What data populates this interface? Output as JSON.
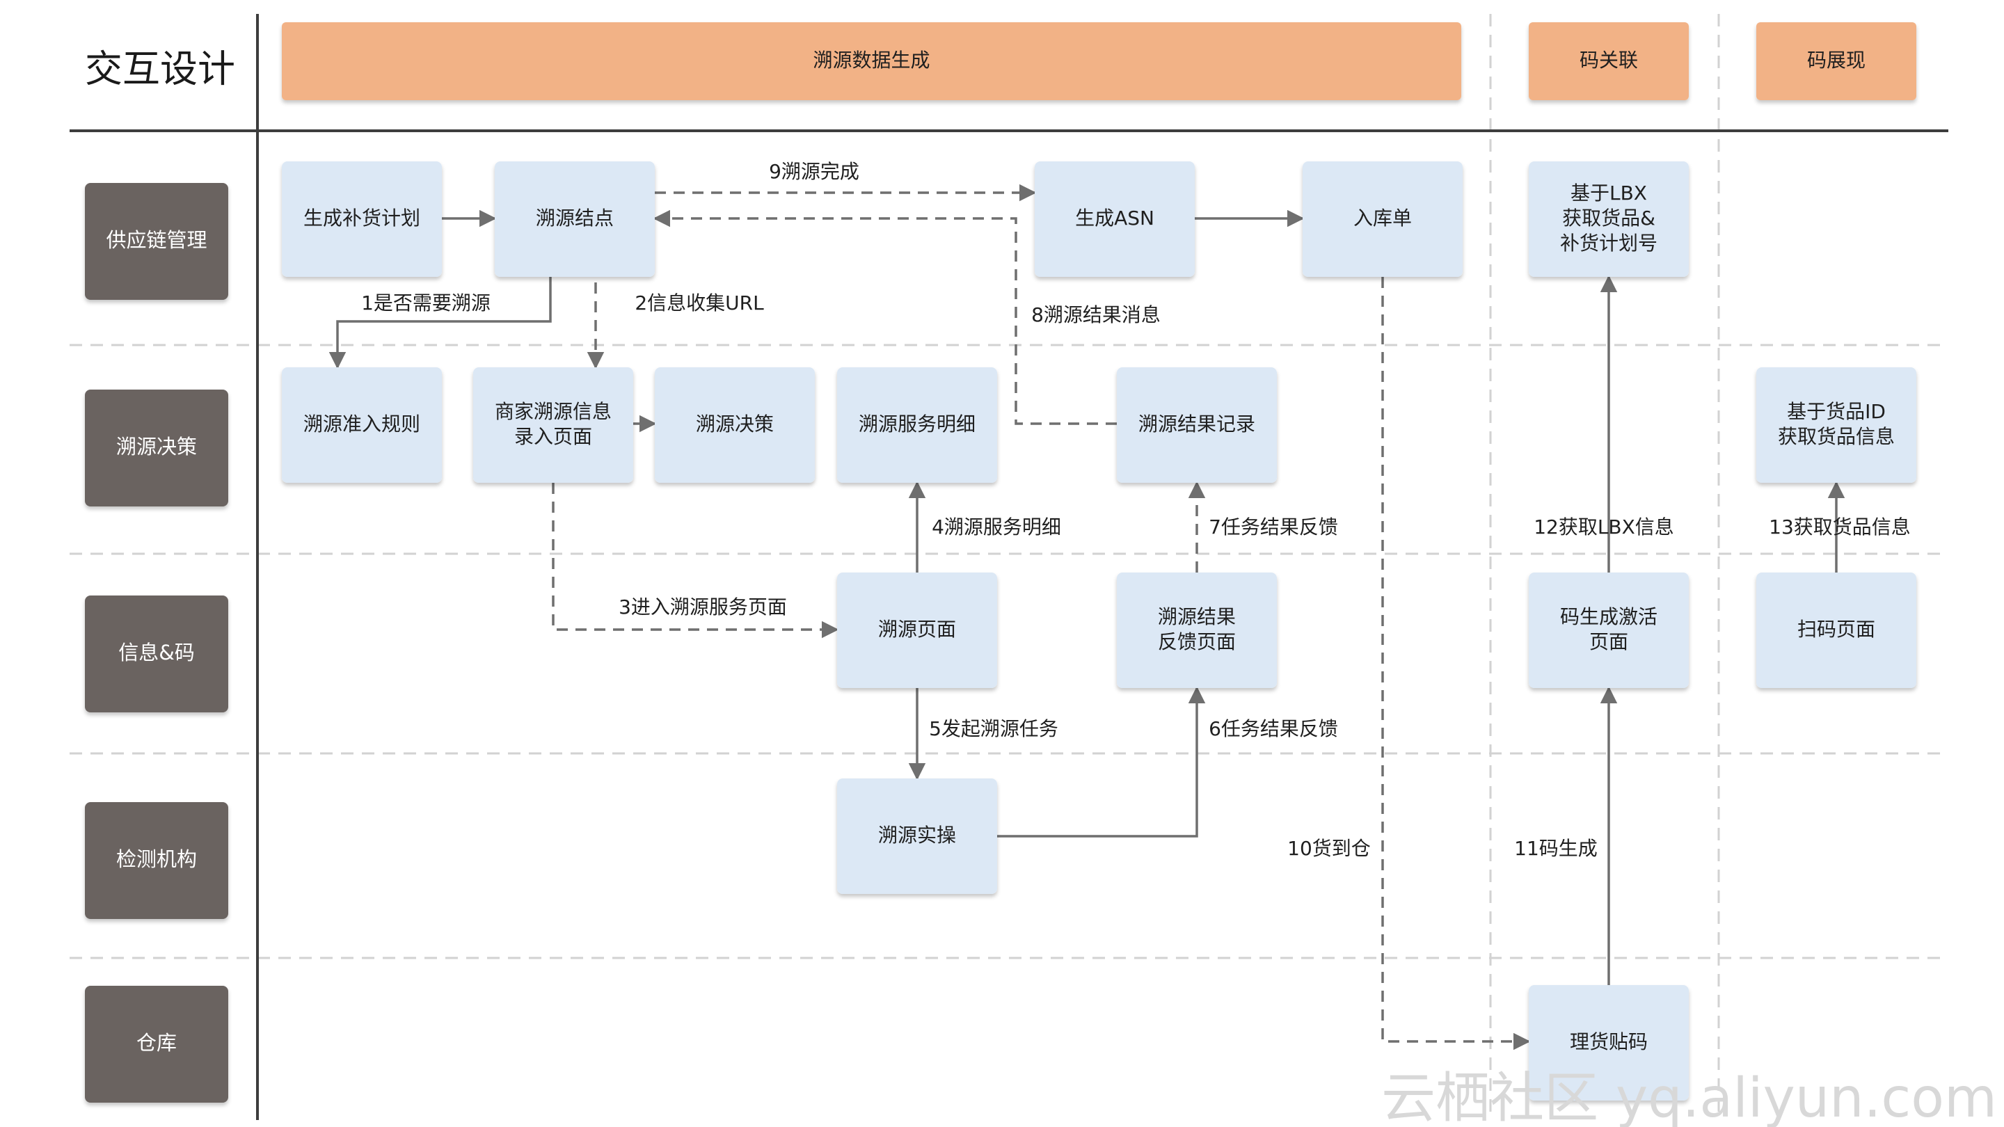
{
  "title": "交互设计",
  "colors": {
    "node_fill": "#dce8f5",
    "lane_fill": "#6b6461",
    "phase_fill": "#f2b286",
    "line": "#6f6f6f",
    "divider": "#3d3d3d",
    "dash": "#d2d2d2"
  },
  "phases": [
    {
      "id": "p1",
      "label": "溯源数据生成"
    },
    {
      "id": "p2",
      "label": "码关联"
    },
    {
      "id": "p3",
      "label": "码展现"
    }
  ],
  "lanes": [
    {
      "id": "l1",
      "label": "供应链管理"
    },
    {
      "id": "l2",
      "label": "溯源决策"
    },
    {
      "id": "l3",
      "label": "信息&码"
    },
    {
      "id": "l4",
      "label": "检测机构"
    },
    {
      "id": "l5",
      "label": "仓库"
    }
  ],
  "nodes": [
    {
      "id": "n_plan",
      "lines": [
        "生成补货计划"
      ]
    },
    {
      "id": "n_node",
      "lines": [
        "溯源结点"
      ]
    },
    {
      "id": "n_asn",
      "lines": [
        "生成ASN"
      ]
    },
    {
      "id": "n_in",
      "lines": [
        "入库单"
      ]
    },
    {
      "id": "n_lbx",
      "lines": [
        "基于LBX",
        "获取货品&",
        "补货计划号"
      ]
    },
    {
      "id": "n_rule",
      "lines": [
        "溯源准入规则"
      ]
    },
    {
      "id": "n_merchant",
      "lines": [
        "商家溯源信息",
        "录入页面"
      ]
    },
    {
      "id": "n_decision",
      "lines": [
        "溯源决策"
      ]
    },
    {
      "id": "n_svc",
      "lines": [
        "溯源服务明细"
      ]
    },
    {
      "id": "n_record",
      "lines": [
        "溯源结果记录"
      ]
    },
    {
      "id": "n_goods",
      "lines": [
        "基于货品ID",
        "获取货品信息"
      ]
    },
    {
      "id": "n_page",
      "lines": [
        "溯源页面"
      ]
    },
    {
      "id": "n_feedback",
      "lines": [
        "溯源结果",
        "反馈页面"
      ]
    },
    {
      "id": "n_activate",
      "lines": [
        "码生成激活",
        "页面"
      ]
    },
    {
      "id": "n_scan",
      "lines": [
        "扫码页面"
      ]
    },
    {
      "id": "n_op",
      "lines": [
        "溯源实操"
      ]
    },
    {
      "id": "n_label",
      "lines": [
        "理货贴码"
      ]
    }
  ],
  "edges": [
    {
      "id": "e1",
      "label": "1是否需要溯源"
    },
    {
      "id": "e2",
      "label": "2信息收集URL"
    },
    {
      "id": "e3",
      "label": "3进入溯源服务页面"
    },
    {
      "id": "e4",
      "label": "4溯源服务明细"
    },
    {
      "id": "e5",
      "label": "5发起溯源任务"
    },
    {
      "id": "e6",
      "label": "6任务结果反馈"
    },
    {
      "id": "e7",
      "label": "7任务结果反馈"
    },
    {
      "id": "e8",
      "label": "8溯源结果消息"
    },
    {
      "id": "e9",
      "label": "9溯源完成"
    },
    {
      "id": "e10",
      "label": "10货到仓"
    },
    {
      "id": "e11",
      "label": "11码生成"
    },
    {
      "id": "e12",
      "label": "12获取LBX信息"
    },
    {
      "id": "e13",
      "label": "13获取货品信息"
    }
  ],
  "watermark": "云栖社区 yq.aliyun.com"
}
